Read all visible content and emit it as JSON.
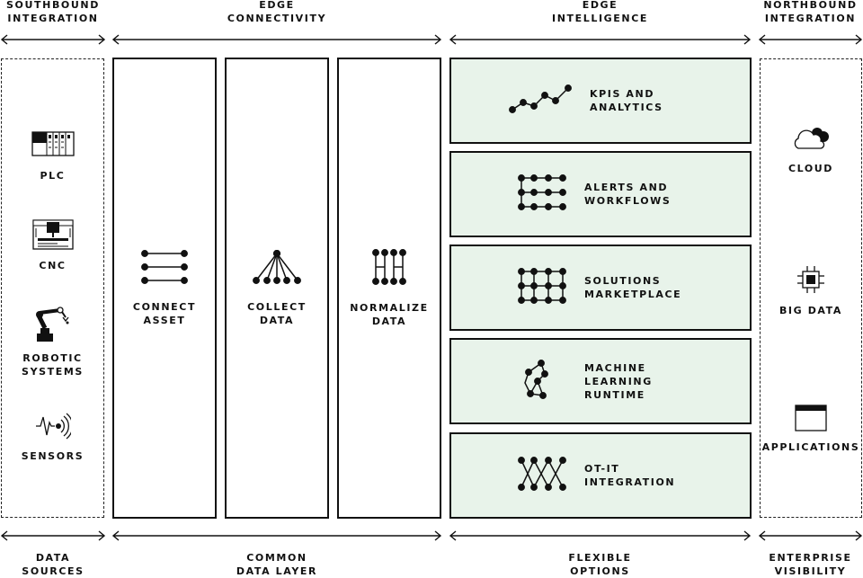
{
  "top_headers": {
    "southbound": "SOUTHBOUND\nINTEGRATION",
    "edge_connectivity": "EDGE\nCONNECTIVITY",
    "edge_intelligence": "EDGE\nINTELLIGENCE",
    "northbound": "NORTHBOUND\nINTEGRATION"
  },
  "bottom_headers": {
    "data_sources": "DATA\nSOURCES",
    "common_data_layer": "COMMON\nDATA LAYER",
    "flexible_options": "FLEXIBLE\nOPTIONS",
    "enterprise_visibility": "ENTERPRISE\nVISIBILITY"
  },
  "sources": [
    {
      "label": "PLC",
      "icon": "plc-icon"
    },
    {
      "label": "CNC",
      "icon": "cnc-icon"
    },
    {
      "label": "ROBOTIC\nSYSTEMS",
      "icon": "robot-arm-icon"
    },
    {
      "label": "SENSORS",
      "icon": "sensor-icon"
    }
  ],
  "connectivity": [
    {
      "label": "CONNECT\nASSET",
      "icon": "connect-asset-icon"
    },
    {
      "label": "COLLECT\nDATA",
      "icon": "collect-data-icon"
    },
    {
      "label": "NORMALIZE\nDATA",
      "icon": "normalize-data-icon"
    }
  ],
  "intelligence": [
    {
      "label": "KPIS AND\nANALYTICS",
      "icon": "line-chart-icon"
    },
    {
      "label": "ALERTS AND\nWORKFLOWS",
      "icon": "workflow-icon"
    },
    {
      "label": "SOLUTIONS\nMARKETPLACE",
      "icon": "grid-nodes-icon"
    },
    {
      "label": "MACHINE\nLEARNING\nRUNTIME",
      "icon": "ml-graph-icon"
    },
    {
      "label": "OT-IT\nINTEGRATION",
      "icon": "crossed-nodes-icon"
    }
  ],
  "destinations": [
    {
      "label": "CLOUD",
      "icon": "cloud-icon"
    },
    {
      "label": "BIG DATA",
      "icon": "chip-icon"
    },
    {
      "label": "APPLICATIONS",
      "icon": "window-icon"
    }
  ],
  "colors": {
    "accent_fill": "#e8f3ea",
    "line": "#111111"
  }
}
